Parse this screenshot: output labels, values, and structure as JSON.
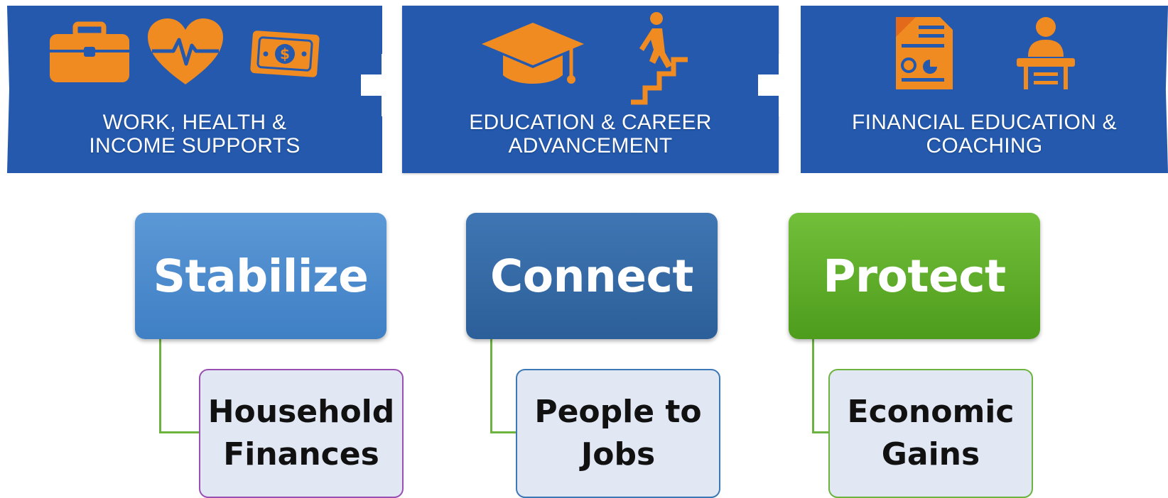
{
  "banners": [
    {
      "line1": "WORK, HEALTH &",
      "line2": "INCOME SUPPORTS",
      "icons": [
        "briefcase-icon",
        "heart-pulse-icon",
        "money-bill-icon"
      ]
    },
    {
      "line1": "EDUCATION & CAREER",
      "line2": "ADVANCEMENT",
      "icons": [
        "graduation-cap-icon",
        "climbing-stairs-icon"
      ]
    },
    {
      "line1": "FINANCIAL EDUCATION &",
      "line2": "COACHING",
      "icons": [
        "financial-report-icon",
        "coach-at-desk-icon"
      ]
    }
  ],
  "pillars": [
    {
      "label": "Stabilize",
      "sub_line1": "Household",
      "sub_line2": "Finances"
    },
    {
      "label": "Connect",
      "sub_line1": "People to",
      "sub_line2": "Jobs"
    },
    {
      "label": "Protect",
      "sub_line1": "Economic",
      "sub_line2": "Gains"
    }
  ],
  "colors": {
    "banner_blue": "#2459ad",
    "icon_orange": "#f08b22",
    "stabilize_blue": "#4b8bcd",
    "connect_blue": "#356aa6",
    "protect_green": "#5fae2b",
    "connector_green": "#6db33f",
    "subbox_fill": "#e1e7f3"
  }
}
